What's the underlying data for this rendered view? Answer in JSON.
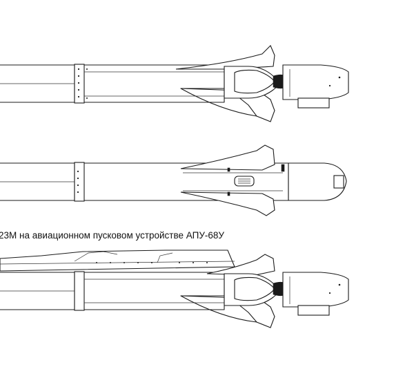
{
  "caption": "23М на авиационном пусковом устройстве АПУ-68У",
  "views": [
    {
      "name": "top-view-missile"
    },
    {
      "name": "side-view-missile"
    },
    {
      "name": "launcher-view-missile"
    }
  ]
}
